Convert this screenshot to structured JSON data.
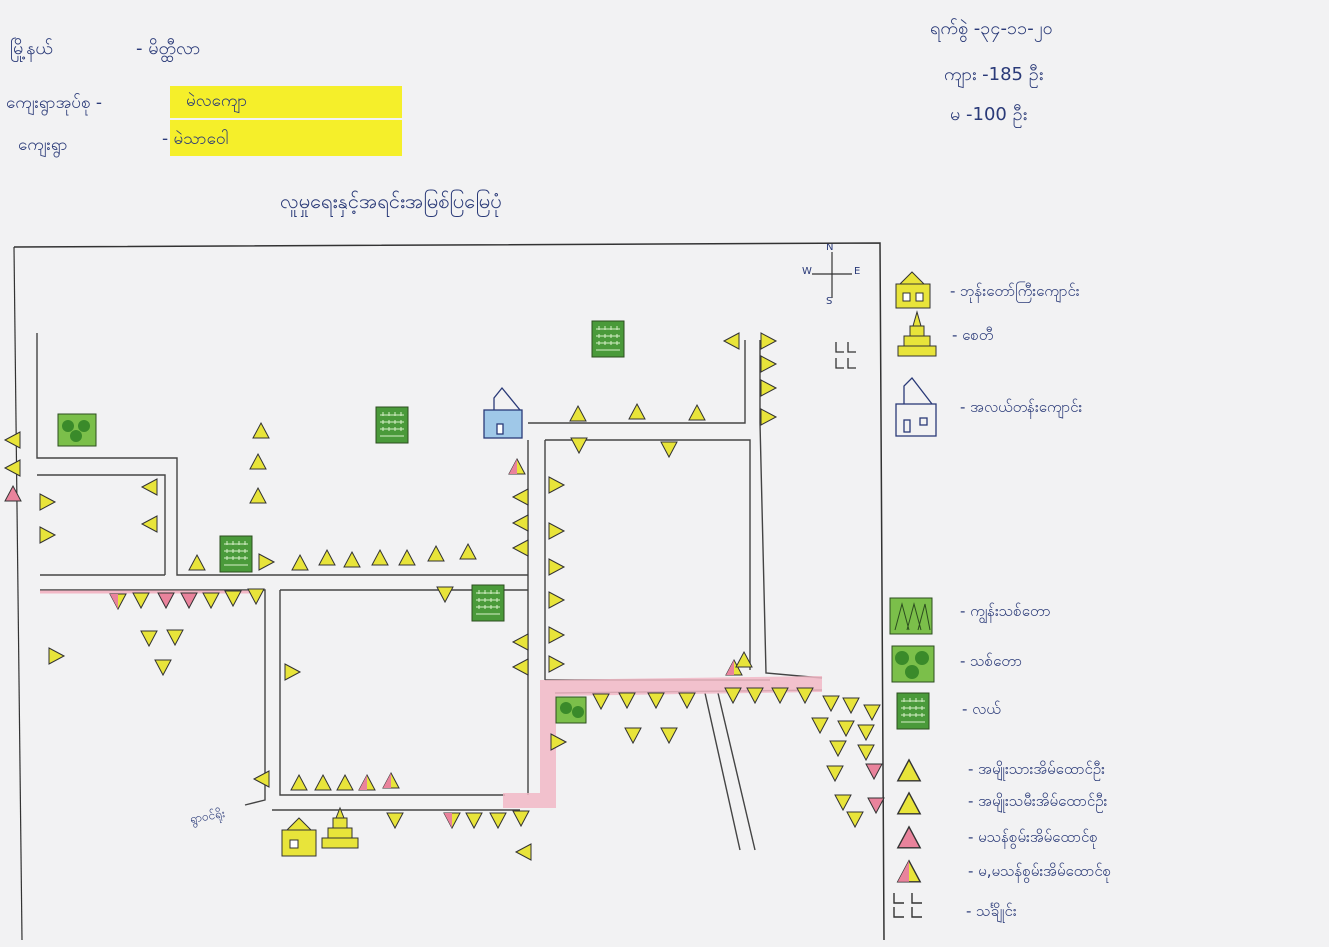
{
  "header": {
    "township_label": "မြို့နယ်",
    "township_value": "- မိတ္ထီလာ",
    "village_tract_label": "ကျေးရွာအုပ်စု -",
    "village_tract_value": "မဲလကျော",
    "village_label": "ကျေးရွာ",
    "village_value": "- မဲသာဝေါ",
    "map_title": "လူမှုရေးနှင့်အရင်းအမြစ်ပြမြေပုံ",
    "date_line": "ရက်စွဲ -၃၄-၁၁-၂၀",
    "male_line": "ကျား -185 ဦး",
    "female_line": "မ -100 ဦး"
  },
  "map": {
    "compass_north": "N",
    "compass_east": "E",
    "compass_west": "W",
    "compass_south": "S",
    "entrance_label": "ရွာဝင်ရိုး"
  },
  "legend": [
    {
      "icon": "monastery-icon",
      "label": "- ဘုန်းတော်ကြီးကျောင်း"
    },
    {
      "icon": "pagoda-icon",
      "label": "- စေတီ"
    },
    {
      "icon": "school-icon",
      "label": "- အလယ်တန်းကျောင်း"
    },
    {
      "icon": "forest-icon",
      "label": "- ကျွန်းသစ်တော"
    },
    {
      "icon": "woodland-icon",
      "label": "- သစ်တော"
    },
    {
      "icon": "farm-field-icon",
      "label": "- လယ်"
    },
    {
      "icon": "rich-household-icon",
      "label": "- အမျိုးသားအိမ်ထောင်ဦး"
    },
    {
      "icon": "female-head-household-icon",
      "label": "- အမျိုးသမီးအိမ်ထောင်ဦး"
    },
    {
      "icon": "landless-household-icon",
      "label": "- မသန်စွမ်းအိမ်ထောင်စု"
    },
    {
      "icon": "mixed-household-icon",
      "label": "- မ,မသန်စွမ်းအိမ်ထောင်စု"
    },
    {
      "icon": "cattle-pen-icon",
      "label": "- သင်္ချိုင်း"
    }
  ],
  "colors": {
    "ink": "#2a3a78",
    "highlight": "#f5ef2a",
    "yellow_house": "#e8e43a",
    "pink_house": "#e9839c",
    "field_green": "#4a9a3a",
    "road_pink": "#f2b8c6"
  }
}
